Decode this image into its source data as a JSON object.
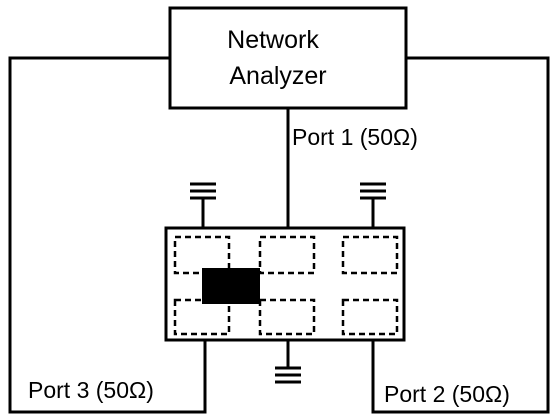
{
  "analyzer": {
    "line1": "Network",
    "line2": "Analyzer"
  },
  "ports": {
    "port1": "Port 1 (50Ω)",
    "port2": "Port 2 (50Ω)",
    "port3": "Port 3 (50Ω)"
  },
  "colors": {
    "line": "#000000",
    "background": "#ffffff",
    "filled_pad": "#000000"
  }
}
